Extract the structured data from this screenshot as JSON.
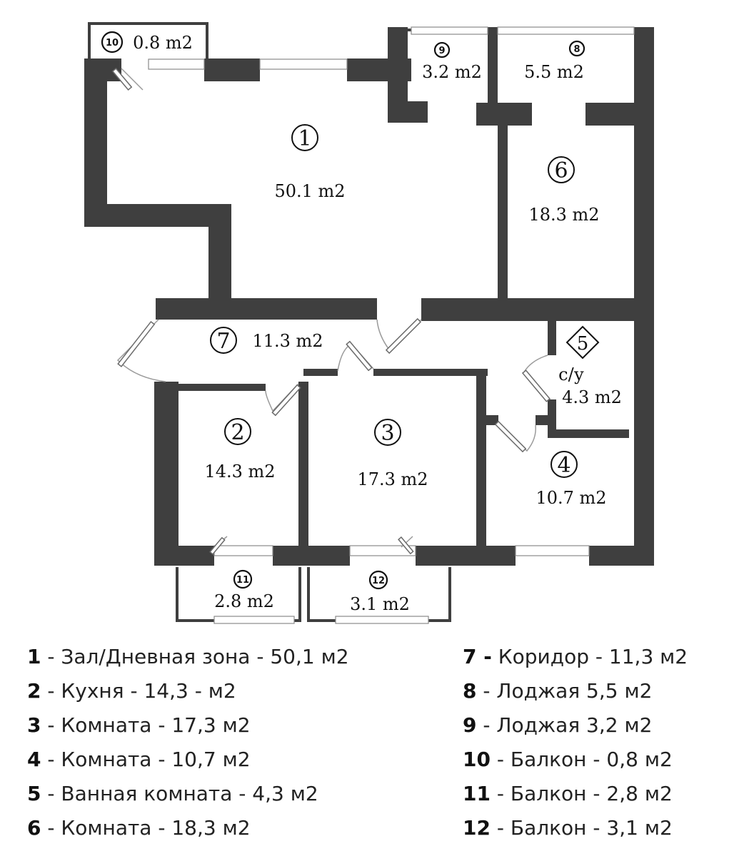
{
  "plan": {
    "rooms": [
      {
        "id": "1",
        "area": "50.1 m2"
      },
      {
        "id": "2",
        "area": "14.3 m2"
      },
      {
        "id": "3",
        "area": "17.3 m2"
      },
      {
        "id": "4",
        "area": "10.7 m2"
      },
      {
        "id": "5",
        "area": "4.3 m2",
        "label": "с/у"
      },
      {
        "id": "6",
        "area": "18.3 m2"
      },
      {
        "id": "7",
        "area": "11.3 m2"
      },
      {
        "id": "8",
        "area": "5.5 m2"
      },
      {
        "id": "9",
        "area": "3.2 m2"
      },
      {
        "id": "10",
        "area": "0.8 m2"
      },
      {
        "id": "11",
        "area": "2.8 m2"
      },
      {
        "id": "12",
        "area": "3.1 m2"
      }
    ],
    "colors": {
      "wall": "#3f3f3f",
      "background": "#ffffff"
    }
  },
  "legend": {
    "left": [
      {
        "key": "1",
        "text": " - Зал/Дневная зона - 50,1 м2"
      },
      {
        "key": "2",
        "text": " - Кухня - 14,3 - м2"
      },
      {
        "key": "3",
        "text": " - Комната - 17,3 м2"
      },
      {
        "key": "4",
        "text": " - Комната - 10,7 м2"
      },
      {
        "key": "5",
        "text": " - Ванная комната - 4,3 м2"
      },
      {
        "key": "6",
        "text": " - Комната - 18,3 м2"
      }
    ],
    "right": [
      {
        "key": "7 -",
        "text": " Коридор - 11,3 м2"
      },
      {
        "key": "8",
        "text": " - Лоджая 5,5 м2"
      },
      {
        "key": "9",
        "text": " - Лоджая 3,2 м2"
      },
      {
        "key": "10",
        "text": " - Балкон - 0,8 м2"
      },
      {
        "key": "11",
        "text": " - Балкон - 2,8 м2"
      },
      {
        "key": "12",
        "text": " - Балкон - 3,1 м2"
      }
    ]
  }
}
